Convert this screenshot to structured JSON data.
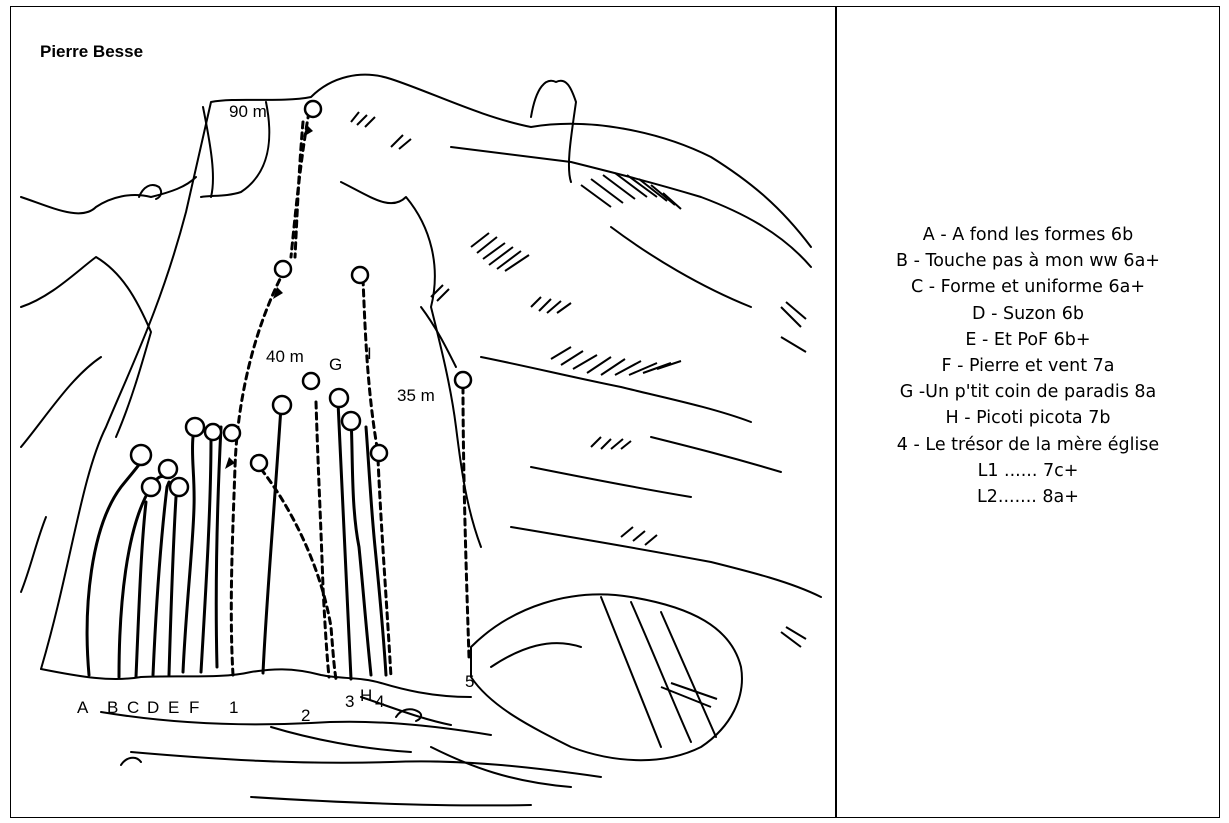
{
  "title": "Pierre Besse",
  "annotations": {
    "top_height": "90 m",
    "mid_height": "40 m",
    "right_height": "35 m",
    "route_g_marker": "G",
    "route_i_marker": "I"
  },
  "base_labels": [
    "A",
    "B",
    "C",
    "D",
    "E",
    "F",
    "1",
    "2",
    "3",
    "H",
    "4",
    "5"
  ],
  "legend": [
    "A - A fond les formes  6b",
    "B - Touche pas à mon ww  6a+",
    "C - Forme et uniforme  6a+",
    "D - Suzon 6b",
    "E - Et PoF 6b+",
    "F - Pierre et vent 7a",
    "G -Un p'tit coin de paradis 8a",
    "H - Picoti picota 7b",
    "4 - Le trésor de la mère église",
    "L1 ...... 7c+",
    "L2....... 8a+"
  ]
}
